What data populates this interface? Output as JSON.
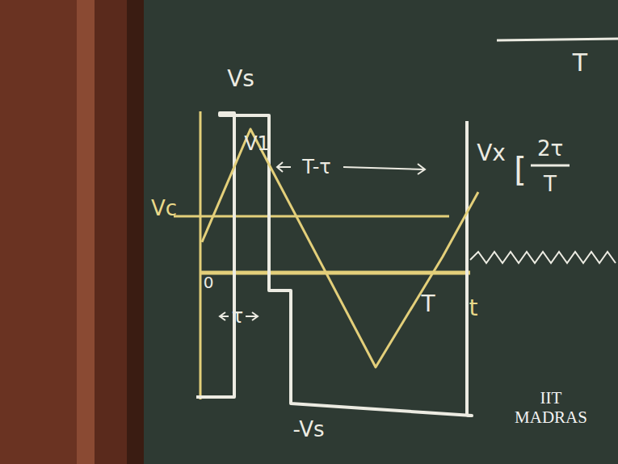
{
  "diagram": {
    "labels": [
      "T",
      "Vs",
      "V1",
      "T-τ",
      "Vx",
      "[",
      "2τ",
      "T",
      "Vc",
      "0",
      "τ",
      "T",
      "t",
      "-Vs",
      "IIT MADRAS"
    ]
  }
}
